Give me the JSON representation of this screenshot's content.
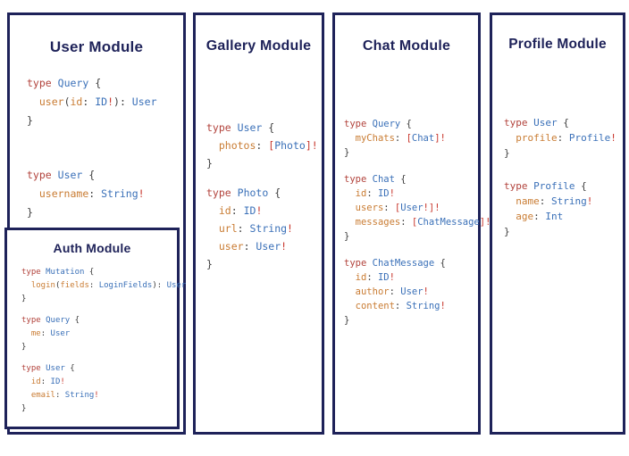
{
  "colors": {
    "navy_border_title": "#1e2259",
    "keyword_red": "#b2433c",
    "type_blue": "#3a70b8",
    "field_orange": "#c97c33",
    "punctuation_gray": "#3d3d3d",
    "bang_bracket_red": "#c8372d",
    "background": "#ffffff"
  },
  "modules": {
    "user": {
      "title": "User Module",
      "blocks": [
        [
          [
            [
              "kw",
              "type"
            ],
            [
              "pn",
              " "
            ],
            [
              "ty",
              "Query"
            ],
            [
              "pn",
              " {"
            ]
          ],
          [
            [
              "pn",
              "  "
            ],
            [
              "fd",
              "user"
            ],
            [
              "pn",
              "("
            ],
            [
              "fd",
              "id"
            ],
            [
              "pn",
              ": "
            ],
            [
              "ty",
              "ID"
            ],
            [
              "bg",
              "!"
            ],
            [
              "pn",
              "): "
            ],
            [
              "ty",
              "User"
            ]
          ],
          [
            [
              "pn",
              "}"
            ]
          ]
        ],
        [
          [
            [
              "kw",
              "type"
            ],
            [
              "pn",
              " "
            ],
            [
              "ty",
              "User"
            ],
            [
              "pn",
              " {"
            ]
          ],
          [
            [
              "pn",
              "  "
            ],
            [
              "fd",
              "username"
            ],
            [
              "pn",
              ": "
            ],
            [
              "ty",
              "String"
            ],
            [
              "bg",
              "!"
            ]
          ],
          [
            [
              "pn",
              "}"
            ]
          ]
        ]
      ]
    },
    "auth": {
      "title": "Auth Module",
      "blocks": [
        [
          [
            [
              "kw",
              "type"
            ],
            [
              "pn",
              " "
            ],
            [
              "ty",
              "Mutation"
            ],
            [
              "pn",
              " {"
            ]
          ],
          [
            [
              "pn",
              "  "
            ],
            [
              "fd",
              "login"
            ],
            [
              "pn",
              "("
            ],
            [
              "fd",
              "fields"
            ],
            [
              "pn",
              ": "
            ],
            [
              "ty",
              "LoginFields"
            ],
            [
              "pn",
              "): "
            ],
            [
              "ty",
              "User"
            ]
          ],
          [
            [
              "pn",
              "}"
            ]
          ]
        ],
        [
          [
            [
              "kw",
              "type"
            ],
            [
              "pn",
              " "
            ],
            [
              "ty",
              "Query"
            ],
            [
              "pn",
              " {"
            ]
          ],
          [
            [
              "pn",
              "  "
            ],
            [
              "fd",
              "me"
            ],
            [
              "pn",
              ": "
            ],
            [
              "ty",
              "User"
            ]
          ],
          [
            [
              "pn",
              "}"
            ]
          ]
        ],
        [
          [
            [
              "kw",
              "type"
            ],
            [
              "pn",
              " "
            ],
            [
              "ty",
              "User"
            ],
            [
              "pn",
              " {"
            ]
          ],
          [
            [
              "pn",
              "  "
            ],
            [
              "fd",
              "id"
            ],
            [
              "pn",
              ": "
            ],
            [
              "ty",
              "ID"
            ],
            [
              "bg",
              "!"
            ]
          ],
          [
            [
              "pn",
              "  "
            ],
            [
              "fd",
              "email"
            ],
            [
              "pn",
              ": "
            ],
            [
              "ty",
              "String"
            ],
            [
              "bg",
              "!"
            ]
          ],
          [
            [
              "pn",
              "}"
            ]
          ]
        ]
      ]
    },
    "gallery": {
      "title": "Gallery Module",
      "blocks": [
        [
          [
            [
              "kw",
              "type"
            ],
            [
              "pn",
              " "
            ],
            [
              "ty",
              "User"
            ],
            [
              "pn",
              " {"
            ]
          ],
          [
            [
              "pn",
              "  "
            ],
            [
              "fd",
              "photos"
            ],
            [
              "pn",
              ": "
            ],
            [
              "bg",
              "["
            ],
            [
              "ty",
              "Photo"
            ],
            [
              "bg",
              "]!"
            ]
          ],
          [
            [
              "pn",
              "}"
            ]
          ]
        ],
        [
          [
            [
              "kw",
              "type"
            ],
            [
              "pn",
              " "
            ],
            [
              "ty",
              "Photo"
            ],
            [
              "pn",
              " {"
            ]
          ],
          [
            [
              "pn",
              "  "
            ],
            [
              "fd",
              "id"
            ],
            [
              "pn",
              ": "
            ],
            [
              "ty",
              "ID"
            ],
            [
              "bg",
              "!"
            ]
          ],
          [
            [
              "pn",
              "  "
            ],
            [
              "fd",
              "url"
            ],
            [
              "pn",
              ": "
            ],
            [
              "ty",
              "String"
            ],
            [
              "bg",
              "!"
            ]
          ],
          [
            [
              "pn",
              "  "
            ],
            [
              "fd",
              "user"
            ],
            [
              "pn",
              ": "
            ],
            [
              "ty",
              "User"
            ],
            [
              "bg",
              "!"
            ]
          ],
          [
            [
              "pn",
              "}"
            ]
          ]
        ]
      ]
    },
    "chat": {
      "title": "Chat Module",
      "blocks": [
        [
          [
            [
              "kw",
              "type"
            ],
            [
              "pn",
              " "
            ],
            [
              "ty",
              "Query"
            ],
            [
              "pn",
              " {"
            ]
          ],
          [
            [
              "pn",
              "  "
            ],
            [
              "fd",
              "myChats"
            ],
            [
              "pn",
              ": "
            ],
            [
              "bg",
              "["
            ],
            [
              "ty",
              "Chat"
            ],
            [
              "bg",
              "]!"
            ]
          ],
          [
            [
              "pn",
              "}"
            ]
          ]
        ],
        [
          [
            [
              "kw",
              "type"
            ],
            [
              "pn",
              " "
            ],
            [
              "ty",
              "Chat"
            ],
            [
              "pn",
              " {"
            ]
          ],
          [
            [
              "pn",
              "  "
            ],
            [
              "fd",
              "id"
            ],
            [
              "pn",
              ": "
            ],
            [
              "ty",
              "ID"
            ],
            [
              "bg",
              "!"
            ]
          ],
          [
            [
              "pn",
              "  "
            ],
            [
              "fd",
              "users"
            ],
            [
              "pn",
              ": "
            ],
            [
              "bg",
              "["
            ],
            [
              "ty",
              "User"
            ],
            [
              "bg",
              "!]!"
            ]
          ],
          [
            [
              "pn",
              "  "
            ],
            [
              "fd",
              "messages"
            ],
            [
              "pn",
              ": "
            ],
            [
              "bg",
              "["
            ],
            [
              "ty",
              "ChatMessage"
            ],
            [
              "bg",
              "]!"
            ]
          ],
          [
            [
              "pn",
              "}"
            ]
          ]
        ],
        [
          [
            [
              "kw",
              "type"
            ],
            [
              "pn",
              " "
            ],
            [
              "ty",
              "ChatMessage"
            ],
            [
              "pn",
              " {"
            ]
          ],
          [
            [
              "pn",
              "  "
            ],
            [
              "fd",
              "id"
            ],
            [
              "pn",
              ": "
            ],
            [
              "ty",
              "ID"
            ],
            [
              "bg",
              "!"
            ]
          ],
          [
            [
              "pn",
              "  "
            ],
            [
              "fd",
              "author"
            ],
            [
              "pn",
              ": "
            ],
            [
              "ty",
              "User"
            ],
            [
              "bg",
              "!"
            ]
          ],
          [
            [
              "pn",
              "  "
            ],
            [
              "fd",
              "content"
            ],
            [
              "pn",
              ": "
            ],
            [
              "ty",
              "String"
            ],
            [
              "bg",
              "!"
            ]
          ],
          [
            [
              "pn",
              "}"
            ]
          ]
        ]
      ]
    },
    "profile": {
      "title": "Profile Module",
      "blocks": [
        [
          [
            [
              "kw",
              "type"
            ],
            [
              "pn",
              " "
            ],
            [
              "ty",
              "User"
            ],
            [
              "pn",
              " {"
            ]
          ],
          [
            [
              "pn",
              "  "
            ],
            [
              "fd",
              "profile"
            ],
            [
              "pn",
              ": "
            ],
            [
              "ty",
              "Profile"
            ],
            [
              "bg",
              "!"
            ]
          ],
          [
            [
              "pn",
              "}"
            ]
          ]
        ],
        [
          [
            [
              "kw",
              "type"
            ],
            [
              "pn",
              " "
            ],
            [
              "ty",
              "Profile"
            ],
            [
              "pn",
              " {"
            ]
          ],
          [
            [
              "pn",
              "  "
            ],
            [
              "fd",
              "name"
            ],
            [
              "pn",
              ": "
            ],
            [
              "ty",
              "String"
            ],
            [
              "bg",
              "!"
            ]
          ],
          [
            [
              "pn",
              "  "
            ],
            [
              "fd",
              "age"
            ],
            [
              "pn",
              ": "
            ],
            [
              "ty",
              "Int"
            ]
          ],
          [
            [
              "pn",
              "}"
            ]
          ]
        ]
      ]
    }
  }
}
